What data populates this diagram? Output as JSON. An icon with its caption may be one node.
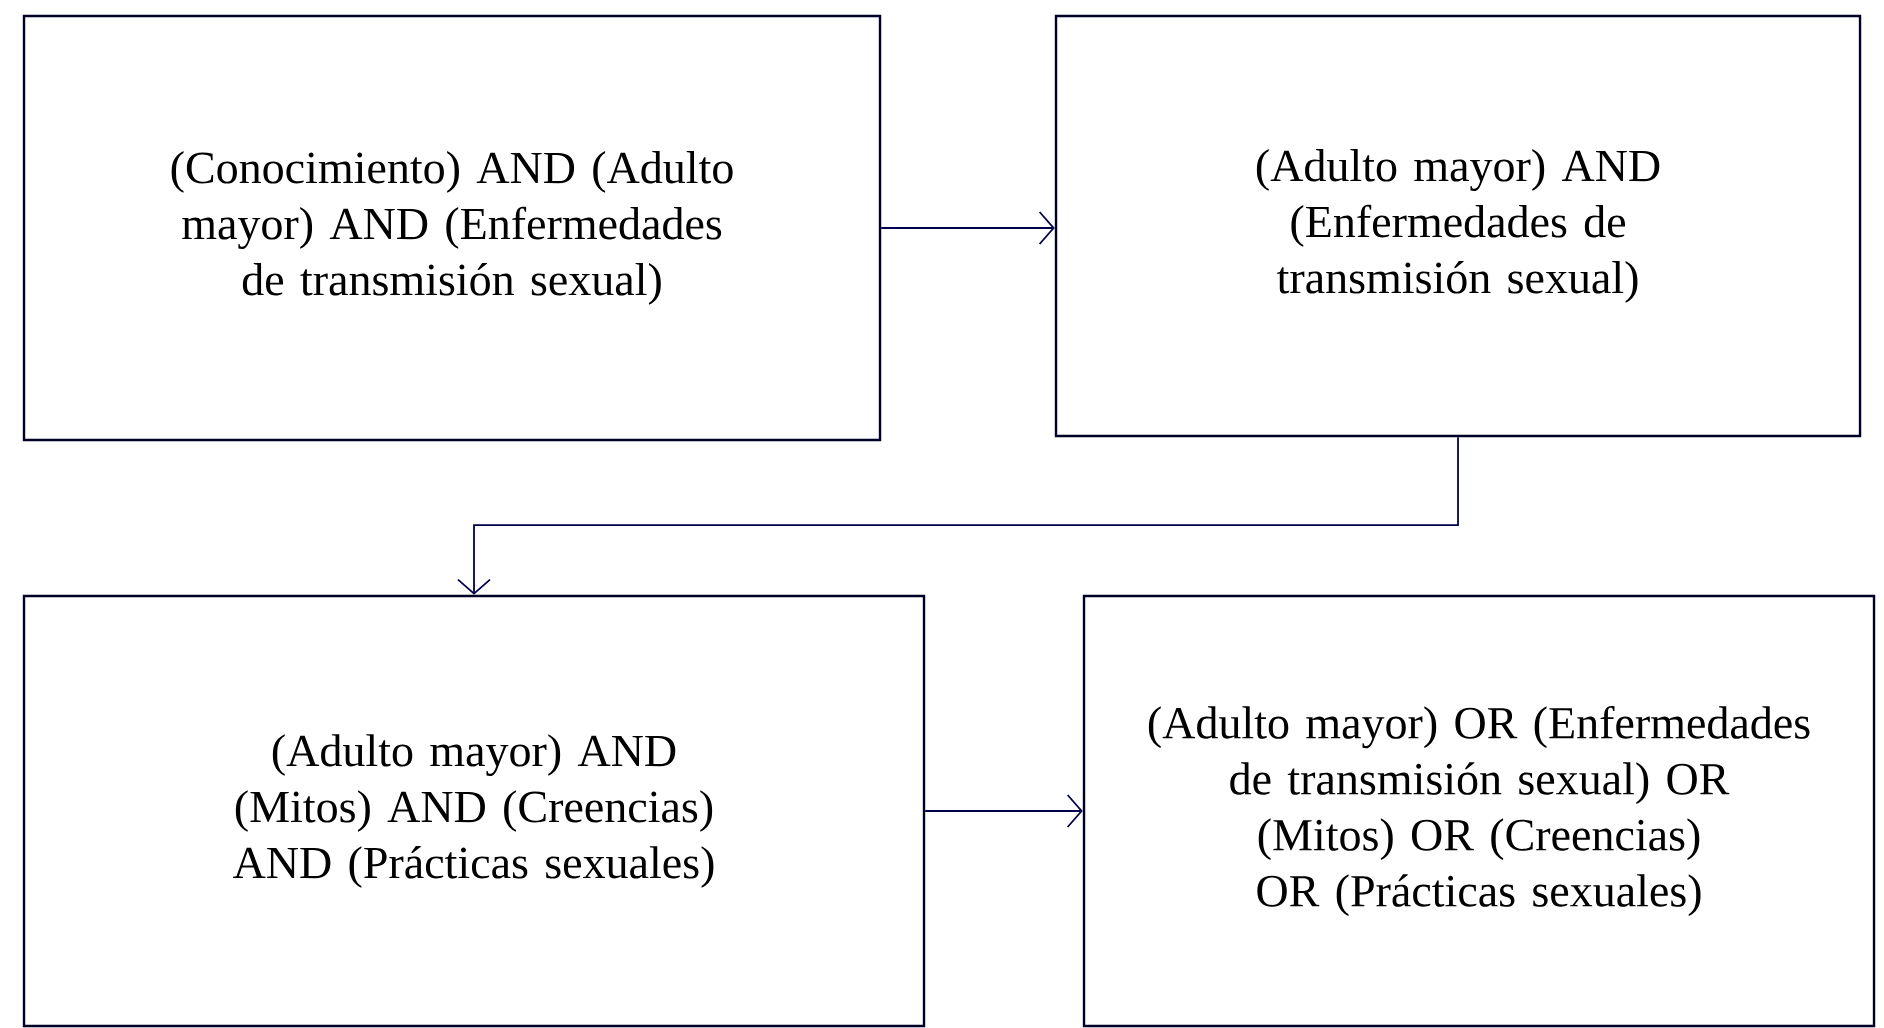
{
  "diagram": {
    "nodes": [
      {
        "text": [
          "(Conocimiento) AND (Adulto mayor) AND (Enfermedades de transmisión sexual)"
        ]
      },
      {
        "text": [
          "(Adulto mayor) AND (Enfermedades de transmisión sexual)"
        ]
      },
      {
        "text": [
          "(Adulto mayor) AND (Mitos) AND (Creencias) AND (Prácticas sexuales)"
        ]
      },
      {
        "text": [
          "(Adulto mayor) OR (Enfermedades de transmisión sexual) OR (Mitos) OR (Creencias) OR (Prácticas sexuales)"
        ]
      }
    ],
    "edges": [
      {
        "from": 0,
        "to": 1,
        "arrow": "to"
      },
      {
        "from": 1,
        "to": 2,
        "arrow": "to"
      },
      {
        "from": 2,
        "to": 3,
        "arrow": "to"
      }
    ]
  }
}
